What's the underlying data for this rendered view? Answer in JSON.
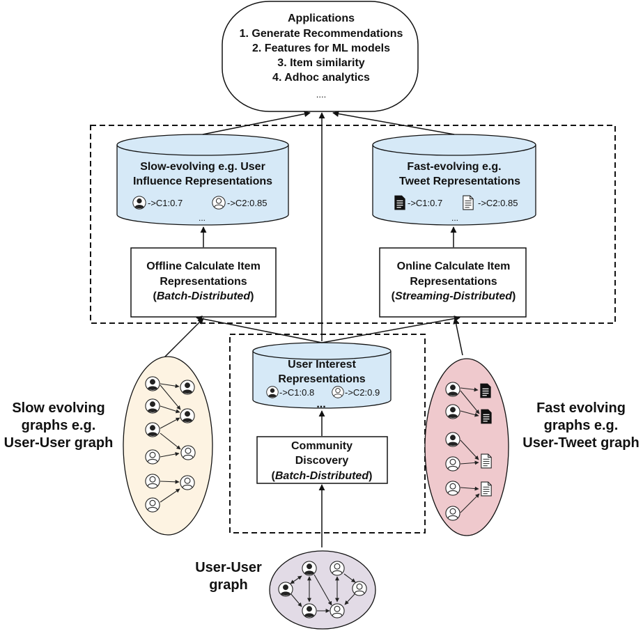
{
  "applications": {
    "title": "Applications",
    "items": [
      "1. Generate Recommendations",
      "2. Features for ML models",
      "3. Item similarity",
      "4. Adhoc analytics"
    ],
    "ellipsis": "...."
  },
  "slow_store": {
    "line1": "Slow-evolving e.g. User",
    "line2": "Influence Representations",
    "entry1": "->C1:0.7",
    "entry2": "->C2:0.85",
    "ellipsis": "..."
  },
  "fast_store": {
    "line1": "Fast-evolving e.g.",
    "line2": "Tweet  Representations",
    "entry1": "->C1:0.7",
    "entry2": "->C2:0.85",
    "ellipsis": "..."
  },
  "offline_box": {
    "line1": "Offline Calculate Item",
    "line2": "Representations",
    "open": "(",
    "mode": "Batch-Distributed",
    "close": ")"
  },
  "online_box": {
    "line1": "Online Calculate Item",
    "line2": "Representations",
    "open": "(",
    "mode": "Streaming-Distributed",
    "close": ")"
  },
  "user_interest_store": {
    "line1": "User Interest",
    "line2": "Representations",
    "entry1": "->C1:0.8",
    "entry2": "->C2:0.9",
    "ellipsis": "..."
  },
  "community_box": {
    "line1": "Community",
    "line2": "Discovery",
    "open": "(",
    "mode": "Batch-Distributed",
    "close": ")"
  },
  "slow_graph_label": [
    "Slow evolving",
    "graphs e.g.",
    "User-User graph"
  ],
  "fast_graph_label": [
    "Fast evolving",
    "graphs e.g.",
    "User-Tweet graph"
  ],
  "user_graph_label": [
    "User-User",
    "graph"
  ],
  "colors": {
    "store_fill": "#d6e9f7",
    "slow_graph_fill": "#fdf3e2",
    "fast_graph_fill": "#efc9cd",
    "user_graph_fill": "#e2dbe6",
    "icon_dark": "#222222"
  },
  "icons": {
    "dark_user": "user-filled-icon",
    "light_user": "user-outline-icon",
    "dark_doc": "document-filled-icon",
    "light_doc": "document-outline-icon"
  }
}
